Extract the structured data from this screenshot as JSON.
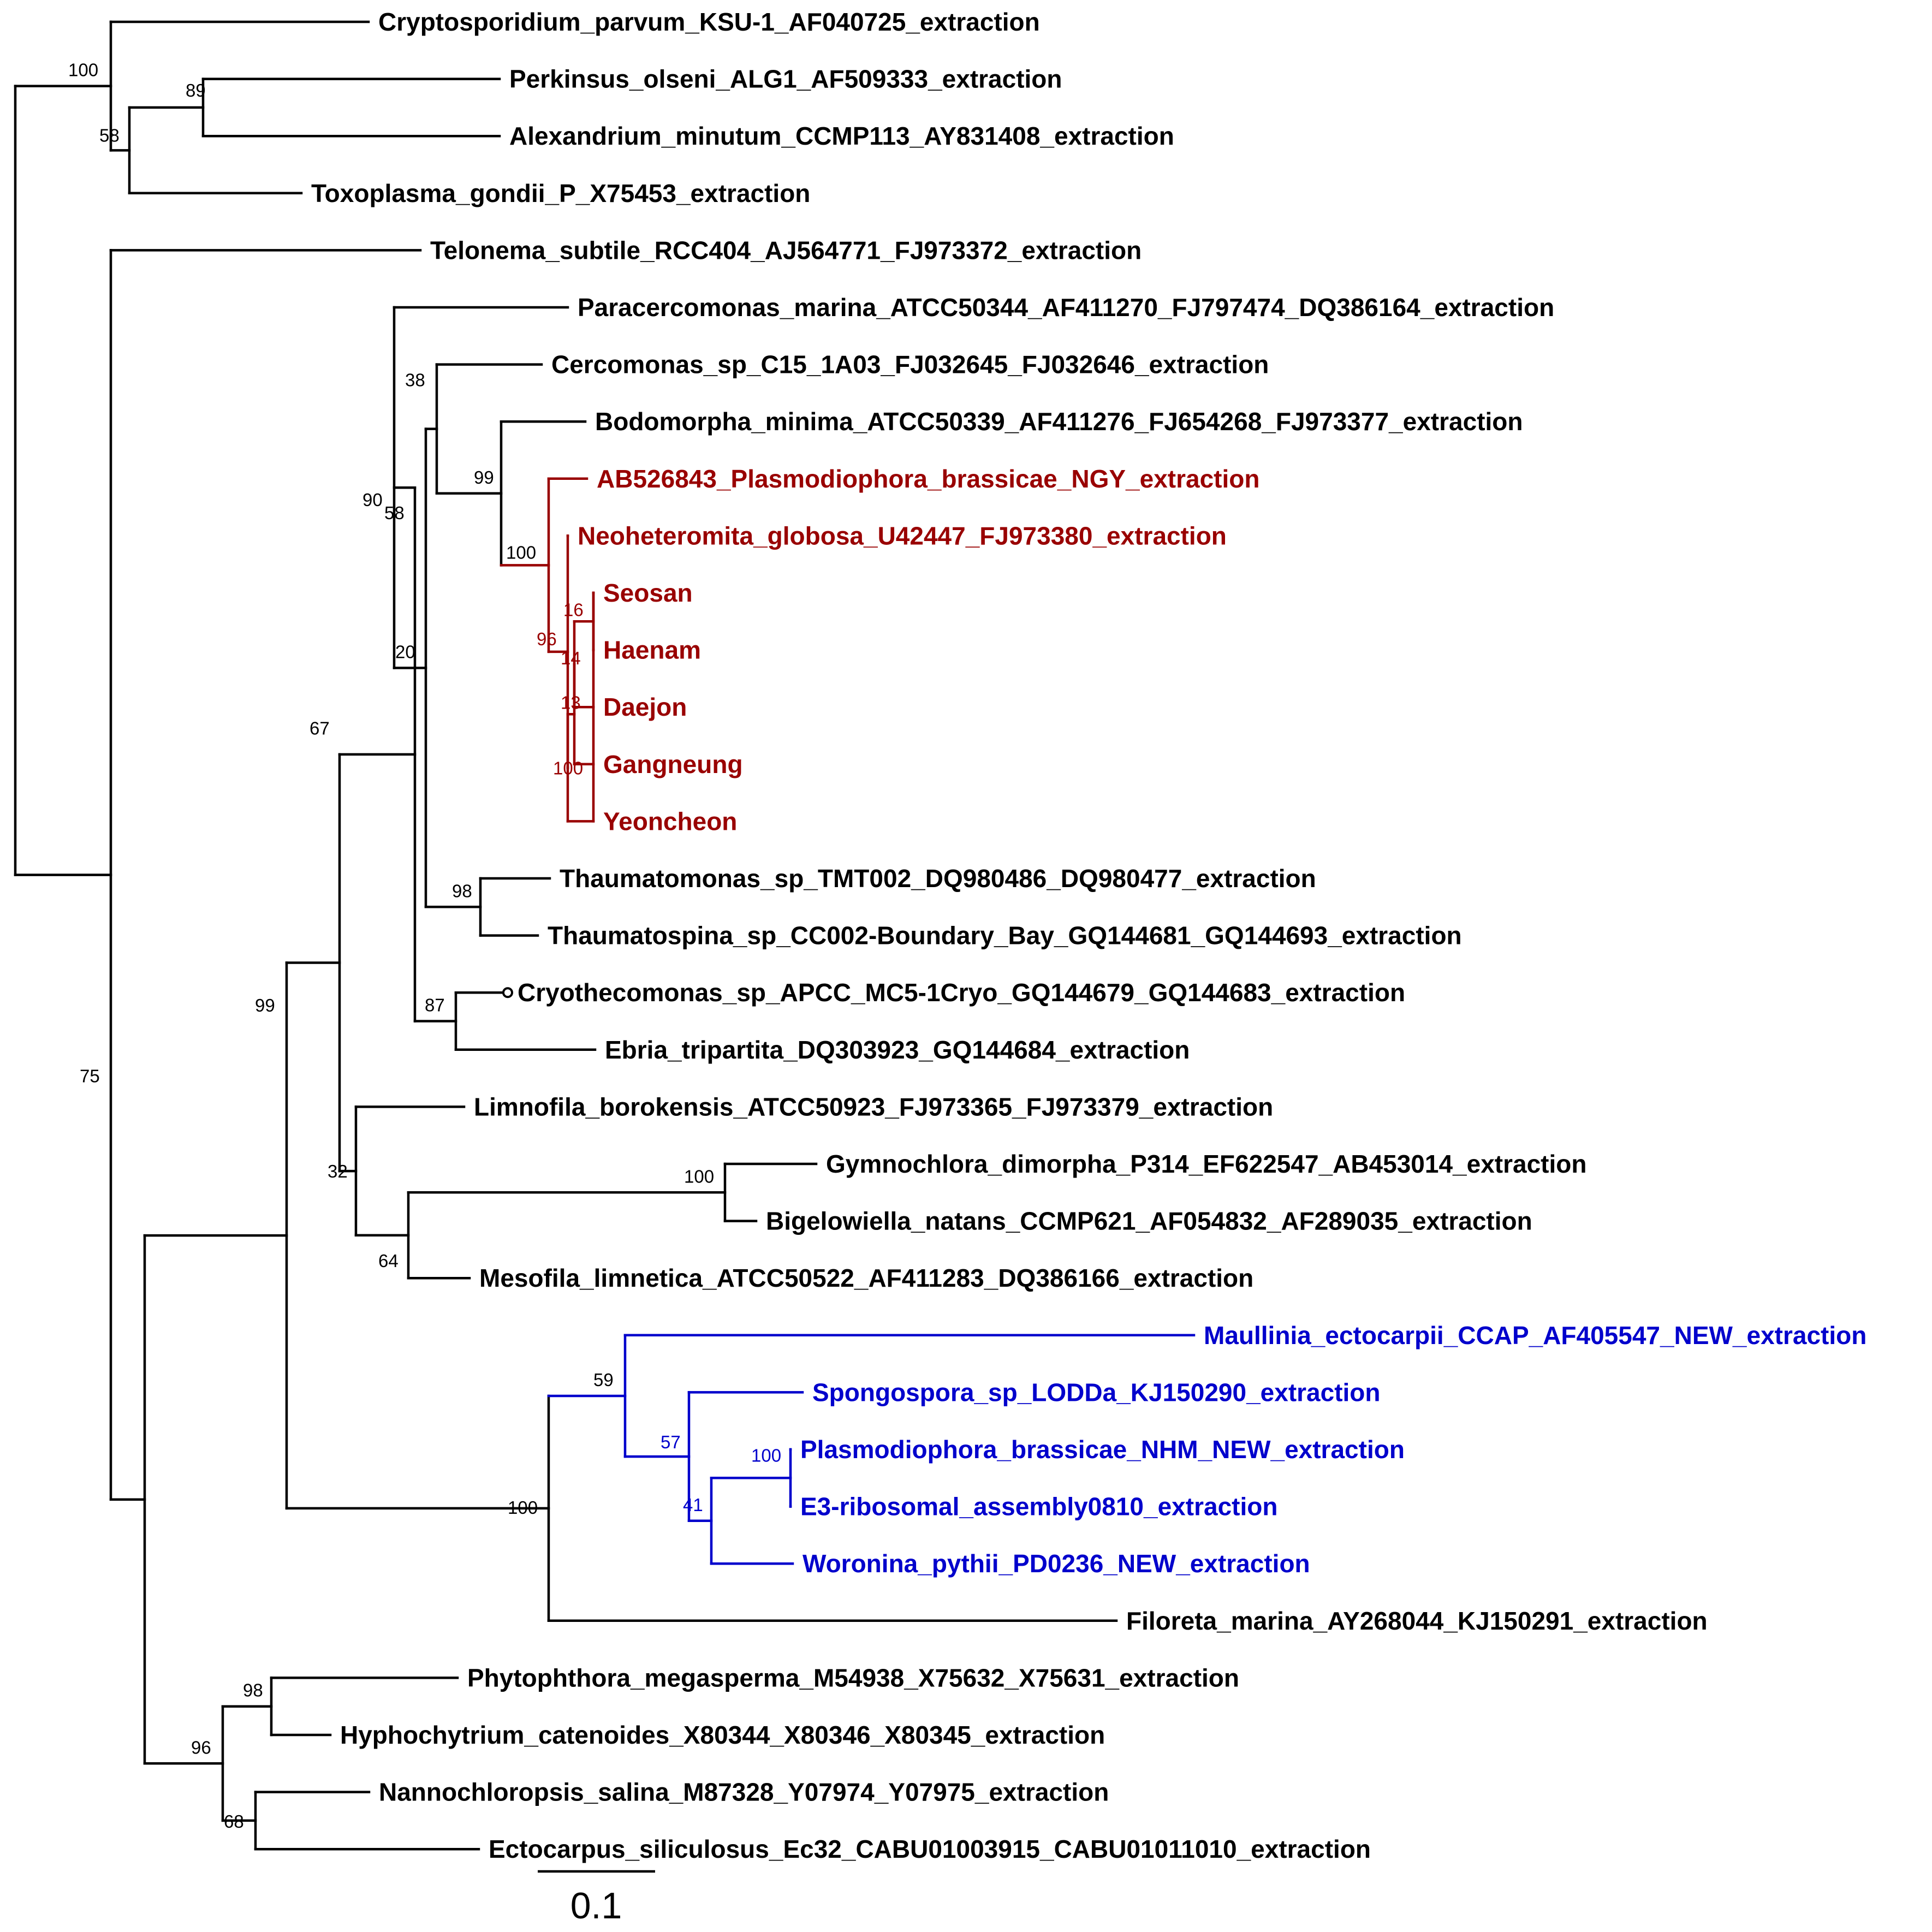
{
  "colors": {
    "default": "#000000",
    "red_clade": "#990000",
    "blue_clade": "#0000cc"
  },
  "leaves": [
    {
      "label": "Cryptosporidium_parvum_KSU-1_AF040725_extraction",
      "clade": "default"
    },
    {
      "label": "Perkinsus_olseni_ALG1_AF509333_extraction",
      "clade": "default"
    },
    {
      "label": "Alexandrium_minutum_CCMP113_AY831408_extraction",
      "clade": "default"
    },
    {
      "label": "Toxoplasma_gondii_P_X75453_extraction",
      "clade": "default"
    },
    {
      "label": "Telonema_subtile_RCC404_AJ564771_FJ973372_extraction",
      "clade": "default"
    },
    {
      "label": "Paracercomonas_marina_ATCC50344_AF411270_FJ797474_DQ386164_extraction",
      "clade": "default"
    },
    {
      "label": "Cercomonas_sp_C15_1A03_FJ032645_FJ032646_extraction",
      "clade": "default"
    },
    {
      "label": "Bodomorpha_minima_ATCC50339_AF411276_FJ654268_FJ973377_extraction",
      "clade": "default"
    },
    {
      "label": "AB526843_Plasmodiophora_brassicae_NGY_extraction",
      "clade": "red_clade"
    },
    {
      "label": "Neoheteromita_globosa_U42447_FJ973380_extraction",
      "clade": "red_clade"
    },
    {
      "label": "Seosan",
      "clade": "red_clade"
    },
    {
      "label": "Haenam",
      "clade": "red_clade"
    },
    {
      "label": "Daejon",
      "clade": "red_clade"
    },
    {
      "label": "Gangneung",
      "clade": "red_clade"
    },
    {
      "label": "Yeoncheon",
      "clade": "red_clade"
    },
    {
      "label": "Thaumatomonas_sp_TMT002_DQ980486_DQ980477_extraction",
      "clade": "default"
    },
    {
      "label": "Thaumatospina_sp_CC002-Boundary_Bay_GQ144681_GQ144693_extraction",
      "clade": "default"
    },
    {
      "label": "Cryothecomonas_sp_APCC_MC5-1Cryo_GQ144679_GQ144683_extraction",
      "clade": "default"
    },
    {
      "label": "Ebria_tripartita_DQ303923_GQ144684_extraction",
      "clade": "default"
    },
    {
      "label": "Limnofila_borokensis_ATCC50923_FJ973365_FJ973379_extraction",
      "clade": "default"
    },
    {
      "label": "Gymnochlora_dimorpha_P314_EF622547_AB453014_extraction",
      "clade": "default"
    },
    {
      "label": "Bigelowiella_natans_CCMP621_AF054832_AF289035_extraction",
      "clade": "default"
    },
    {
      "label": "Mesofila_limnetica_ATCC50522_AF411283_DQ386166_extraction",
      "clade": "default"
    },
    {
      "label": "Maullinia_ectocarpii_CCAP_AF405547_NEW_extraction",
      "clade": "blue_clade"
    },
    {
      "label": "Spongospora_sp_LODDa_KJ150290_extraction",
      "clade": "blue_clade"
    },
    {
      "label": "Plasmodiophora_brassicae_NHM_NEW_extraction",
      "clade": "blue_clade"
    },
    {
      "label": "E3-ribosomal_assembly0810_extraction",
      "clade": "blue_clade"
    },
    {
      "label": "Woronina_pythii_PD0236_NEW_extraction",
      "clade": "blue_clade"
    },
    {
      "label": "Filoreta_marina_AY268044_KJ150291_extraction",
      "clade": "default"
    },
    {
      "label": "Phytophthora_megasperma_M54938_X75632_X75631_extraction",
      "clade": "default"
    },
    {
      "label": "Hyphochytrium_catenoides_X80344_X80346_X80345_extraction",
      "clade": "default"
    },
    {
      "label": "Nannochloropsis_salina_M87328_Y07974_Y07975_extraction",
      "clade": "default"
    },
    {
      "label": "Ectocarpus_siliculosus_Ec32_CABU01003915_CABU01011010_extraction",
      "clade": "default"
    }
  ],
  "support_values": [
    {
      "id": "n_crypto_group",
      "value": "100",
      "clade": "default"
    },
    {
      "id": "n_perk_alex",
      "value": "89",
      "clade": "default"
    },
    {
      "id": "n_perk_alex_toxo",
      "value": "58",
      "clade": "default"
    },
    {
      "id": "n_bodo_red",
      "value": "99",
      "clade": "default"
    },
    {
      "id": "n_cerco_group",
      "value": "38",
      "clade": "default"
    },
    {
      "id": "n_red_clade",
      "value": "100",
      "clade": "default"
    },
    {
      "id": "n_red_inner",
      "value": "96",
      "clade": "red_clade"
    },
    {
      "id": "n_seosan",
      "value": "16",
      "clade": "red_clade"
    },
    {
      "id": "n_haenam",
      "value": "14",
      "clade": "red_clade"
    },
    {
      "id": "n_daejon",
      "value": "13",
      "clade": "red_clade"
    },
    {
      "id": "n_red_pop",
      "value": "100",
      "clade": "red_clade"
    },
    {
      "id": "n_cercozoa_top",
      "value": "90",
      "clade": "default"
    },
    {
      "id": "n_thaum_cerco",
      "value": "20",
      "clade": "default"
    },
    {
      "id": "n_para_group",
      "value": "58",
      "clade": "default"
    },
    {
      "id": "n_thaum",
      "value": "98",
      "clade": "default"
    },
    {
      "id": "n_cryo_ebria",
      "value": "87",
      "clade": "default"
    },
    {
      "id": "n_cercozoa_all",
      "value": "67",
      "clade": "default"
    },
    {
      "id": "n_limno_group",
      "value": "32",
      "clade": "default"
    },
    {
      "id": "n_chlorarach",
      "value": "100",
      "clade": "default"
    },
    {
      "id": "n_meso_group",
      "value": "64",
      "clade": "default"
    },
    {
      "id": "n_rhizaria",
      "value": "99",
      "clade": "default"
    },
    {
      "id": "n_blue_clade",
      "value": "59",
      "clade": "default"
    },
    {
      "id": "n_spongo_group",
      "value": "57",
      "clade": "blue_clade"
    },
    {
      "id": "n_plasmo_e3",
      "value": "100",
      "clade": "blue_clade"
    },
    {
      "id": "n_woronina",
      "value": "41",
      "clade": "blue_clade"
    },
    {
      "id": "n_phytomyxea",
      "value": "100",
      "clade": "default"
    },
    {
      "id": "n_stram_root",
      "value": "75",
      "clade": "default"
    },
    {
      "id": "n_oomycetes",
      "value": "98",
      "clade": "default"
    },
    {
      "id": "n_stram",
      "value": "96",
      "clade": "default"
    },
    {
      "id": "n_nanno_ecto",
      "value": "68",
      "clade": "default"
    }
  ],
  "scale_bar": {
    "length": 0.1,
    "label": "0.1"
  }
}
